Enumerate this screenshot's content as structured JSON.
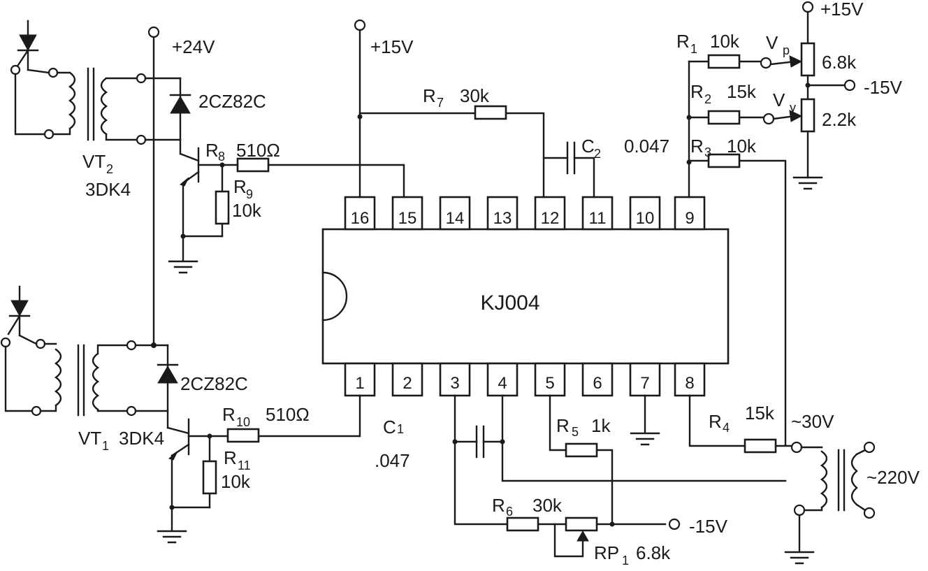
{
  "ic": {
    "name": "KJ004",
    "pins_top": [
      "16",
      "15",
      "14",
      "13",
      "12",
      "11",
      "10",
      "9"
    ],
    "pins_bottom": [
      "1",
      "2",
      "3",
      "4",
      "5",
      "6",
      "7",
      "8"
    ]
  },
  "supplies": {
    "v24": "+24V",
    "v15_ic": "+15V",
    "v15_top": "+15V",
    "vneg15_right": "-15V",
    "vneg15_bottom": "-15V",
    "ac30": "~30V",
    "ac220": "~220V"
  },
  "upper_stage": {
    "transistor": "VT",
    "transistor_sub": "2",
    "transistor_type": "3DK4",
    "diode": "2CZ82C",
    "r8": {
      "ref": "R",
      "sub": "8",
      "value": "510Ω"
    },
    "r9": {
      "ref": "R",
      "sub": "9",
      "value": "10k"
    }
  },
  "lower_stage": {
    "transistor": "VT",
    "transistor_sub": "1",
    "transistor_type": "3DK4",
    "diode": "2CZ82C",
    "r10": {
      "ref": "R",
      "sub": "10",
      "value": "510Ω"
    },
    "r11": {
      "ref": "R",
      "sub": "11",
      "value": "10k"
    }
  },
  "components": {
    "r7": {
      "ref": "R",
      "sub": "7",
      "value": "30k"
    },
    "c2": {
      "ref": "C",
      "sub": "2",
      "value": "0.047"
    },
    "r1": {
      "ref": "R",
      "sub": "1",
      "value": "10k"
    },
    "r2": {
      "ref": "R",
      "sub": "2",
      "value": "15k"
    },
    "r3": {
      "ref": "R",
      "sub": "3",
      "value": "10k"
    },
    "vp": {
      "ref": "V",
      "sub": "p",
      "value": "6.8k"
    },
    "vy": {
      "ref": "V",
      "sub": "y",
      "value": "2.2k"
    },
    "c1": {
      "ref": "C",
      "sub": "1",
      "value": ".047"
    },
    "r4": {
      "ref": "R",
      "sub": "4",
      "value": "15k"
    },
    "r5": {
      "ref": "R",
      "sub": "5",
      "value": "1k"
    },
    "r6": {
      "ref": "R",
      "sub": "6",
      "value": "30k"
    },
    "rp1": {
      "ref": "RP",
      "sub": "1",
      "value": "6.8k"
    }
  }
}
